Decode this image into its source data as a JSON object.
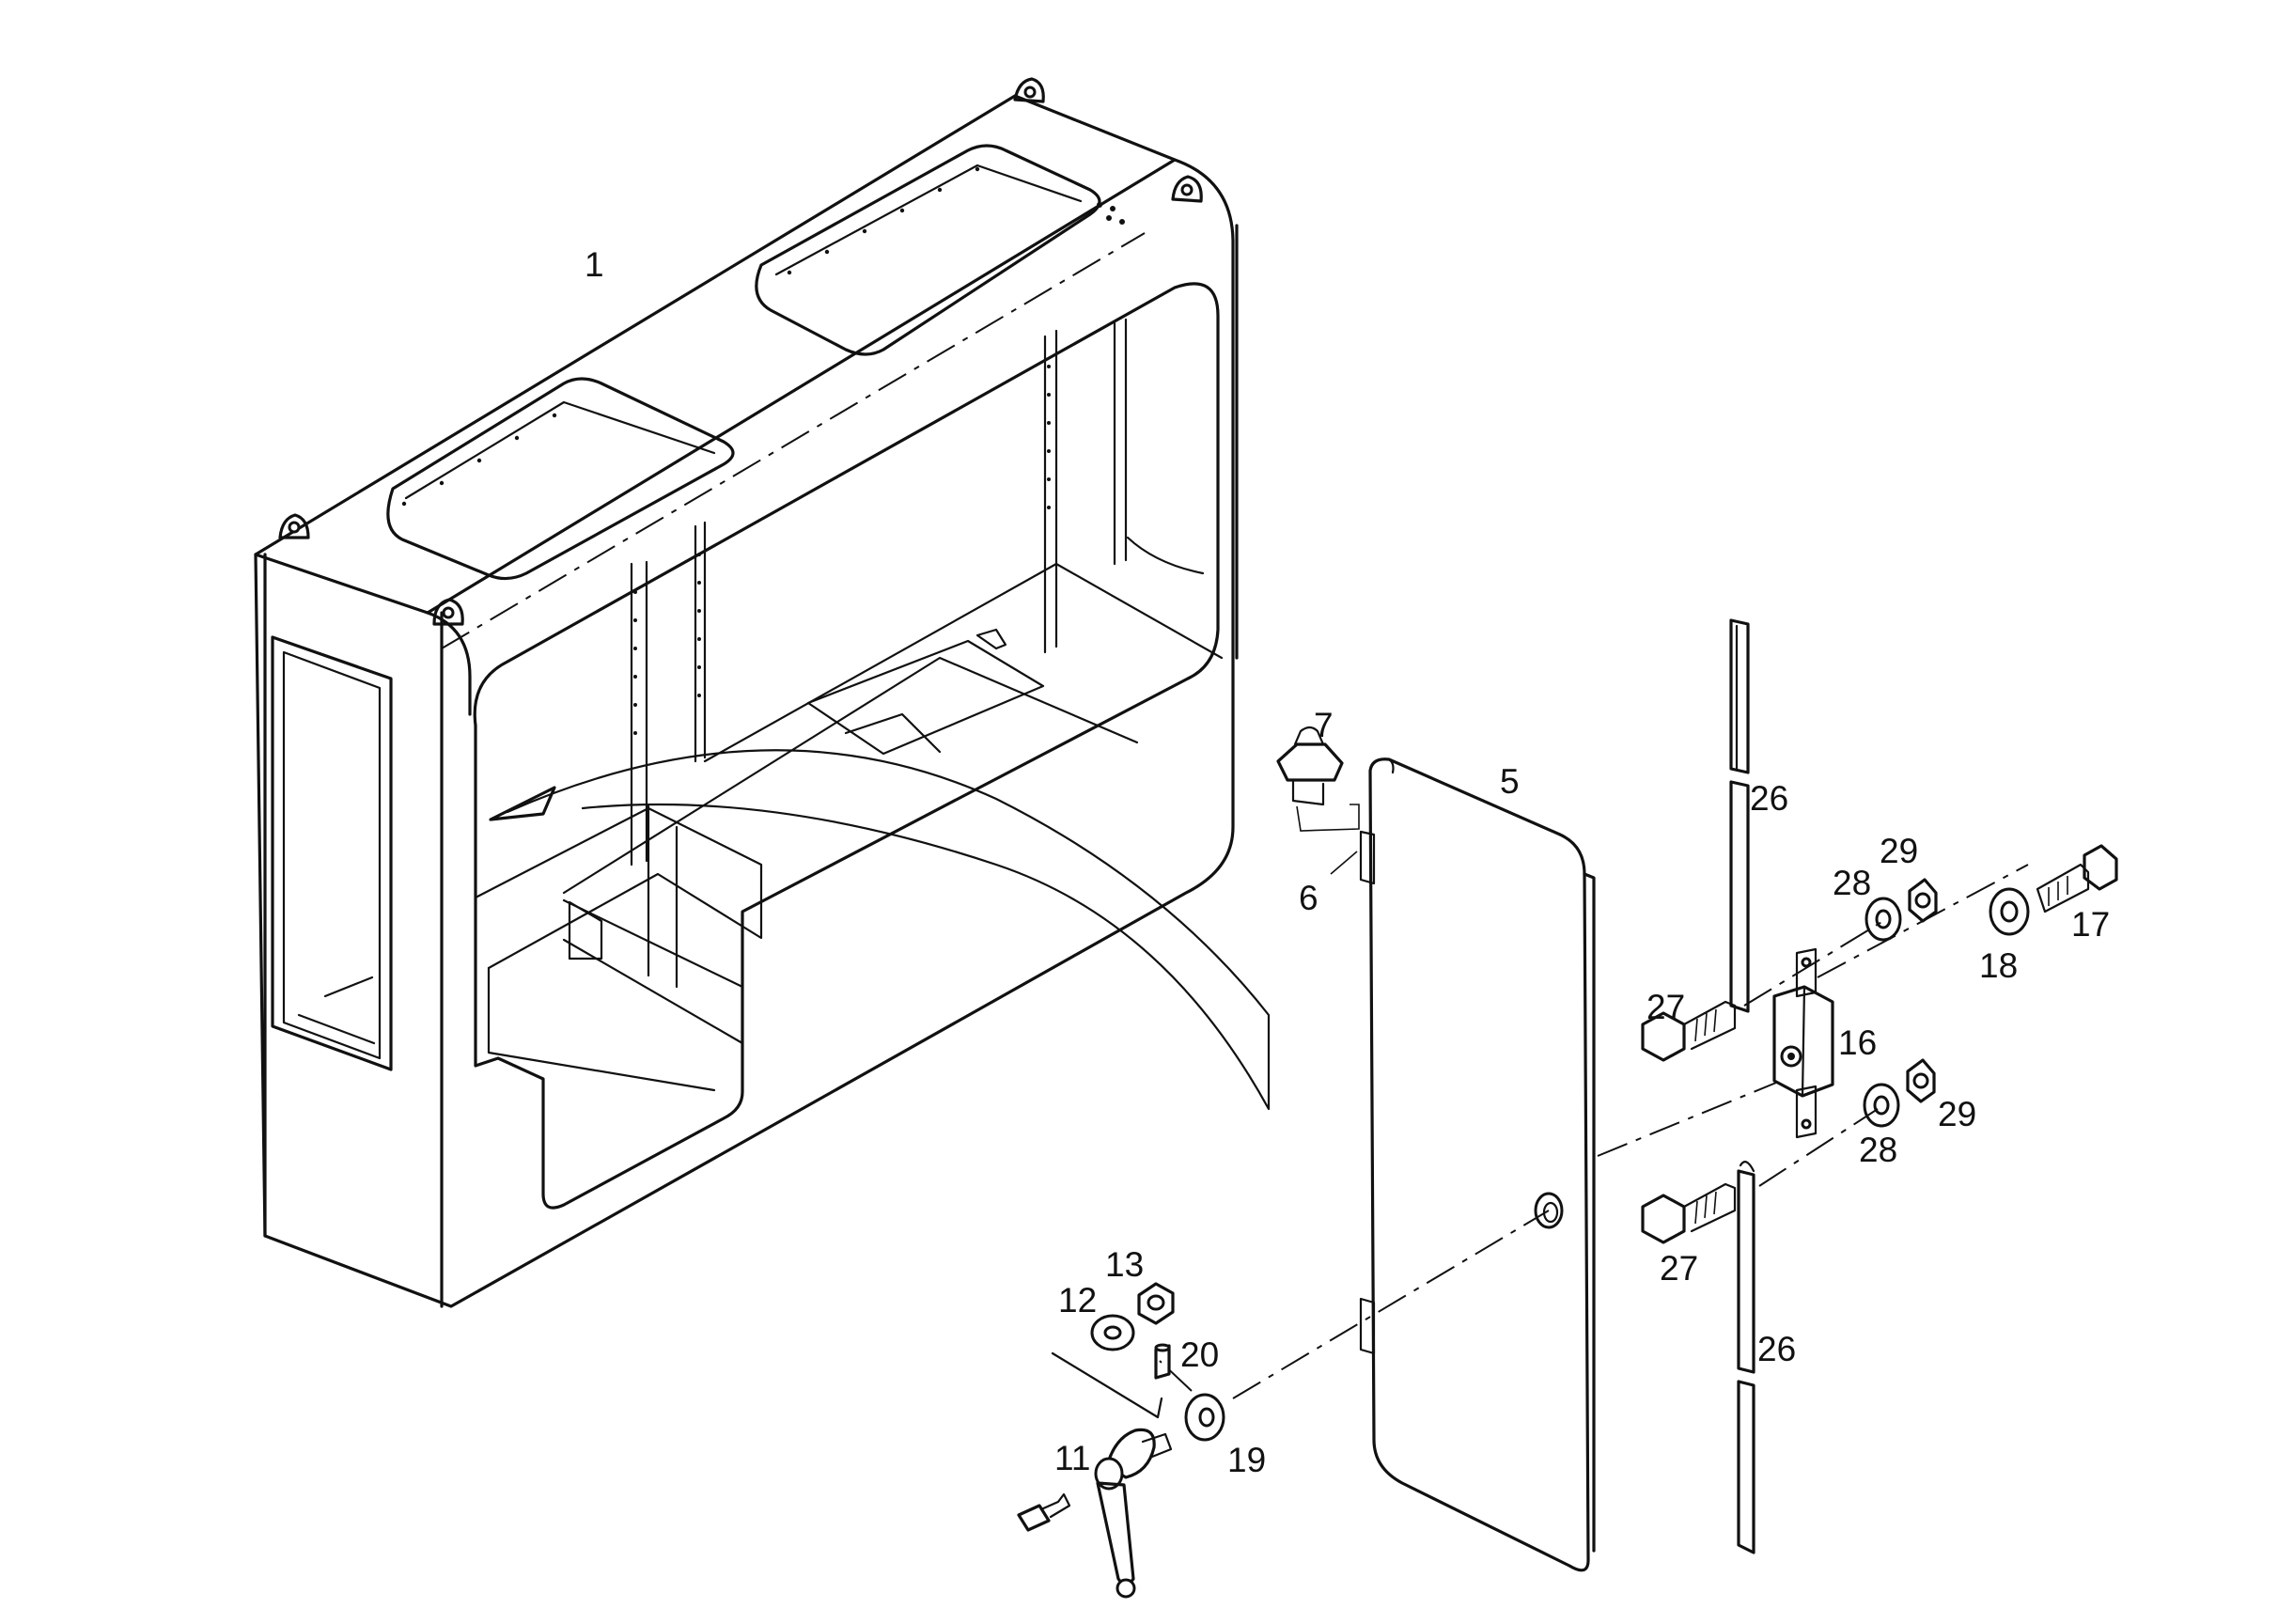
{
  "labels": {
    "1": "1",
    "5": "5",
    "6": "6",
    "7": "7",
    "11": "11",
    "12": "12",
    "13": "13",
    "16": "16",
    "17": "17",
    "18": "18",
    "19": "19",
    "20": "20",
    "26a": "26",
    "26b": "26",
    "27a": "27",
    "27b": "27",
    "28a": "28",
    "28b": "28",
    "29a": "29",
    "29b": "29"
  },
  "colors": {
    "ink": "#111111",
    "paper": "#ffffff"
  }
}
